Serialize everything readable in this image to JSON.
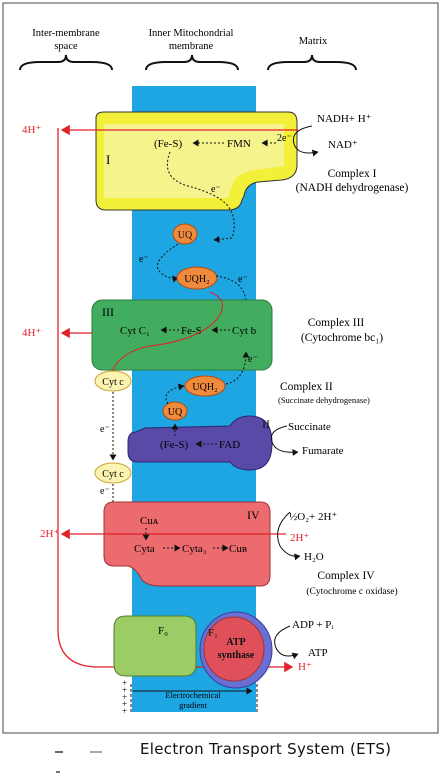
{
  "headers": {
    "intermembrane": [
      "Inter-membrane",
      "space"
    ],
    "inner_membrane": [
      "Inner Mitochondrial",
      "membrane"
    ],
    "matrix": "Matrix"
  },
  "proton_labels": {
    "complex_i": "4H⁺",
    "complex_iii": "4H⁺",
    "complex_iv": "2H⁺",
    "matrix_iv": "2H⁺",
    "atp_synthase_out": "H⁺"
  },
  "complex_i": {
    "numeral": "I",
    "fes": "(Fe-S)",
    "fmn": "FMN",
    "two_e": "2e⁻",
    "e_out": "e⁻",
    "nadh": "NADH+ H⁺",
    "nad": "NAD⁺",
    "name": "Complex I",
    "full_name": "(NADH dehydrogenase)",
    "color": "#f3f03a"
  },
  "carriers": {
    "uq": "UQ",
    "uqh2": "UQH₂",
    "cyt_c": "Cyt c",
    "e_minus": "e⁻"
  },
  "complex_iii": {
    "numeral": "III",
    "cyt_c1": "Cyt C₁",
    "fes": "Fe-S",
    "cyt_b": "Cyt b",
    "name": "Complex III",
    "full_name": "(Cytochrome bc₁)",
    "color": "#43ad5f"
  },
  "complex_ii": {
    "numeral": "II",
    "fes": "(Fe-S)",
    "fad": "FAD",
    "succinate": "Succinate",
    "fumarate": "Fumarate",
    "name": "Complex II",
    "full_name": "(Succinate dehydrogenase)",
    "color": "#5a4aa8"
  },
  "complex_iv": {
    "numeral": "IV",
    "cua": "Cuᴀ",
    "cyta": "Cyta",
    "cyta3": "Cyta₃",
    "cub": "Cuʙ",
    "o2": "½O₂+ 2H⁺",
    "h2o": "H₂O",
    "name": "Complex IV",
    "full_name": "(Cytochrome c oxidase)",
    "color": "#ec6b6f"
  },
  "atp_synthase": {
    "f0": "F₀",
    "f1": "F₁",
    "label_1": "ATP",
    "label_2": "synthase",
    "adp": "ADP + Pᵢ",
    "atp": "ATP"
  },
  "gradient": {
    "label_1": "Electrochemical",
    "label_2": "gradient",
    "plus_signs": [
      "+",
      "+",
      "+",
      "+",
      "+"
    ]
  },
  "caption": "Electron Transport System (ETS)",
  "colors": {
    "membrane": "#1ea6e2",
    "proton_red": "#e0222a",
    "uq_orange": "#f08a3c",
    "cytc_yellow": "#fbf3b0"
  }
}
